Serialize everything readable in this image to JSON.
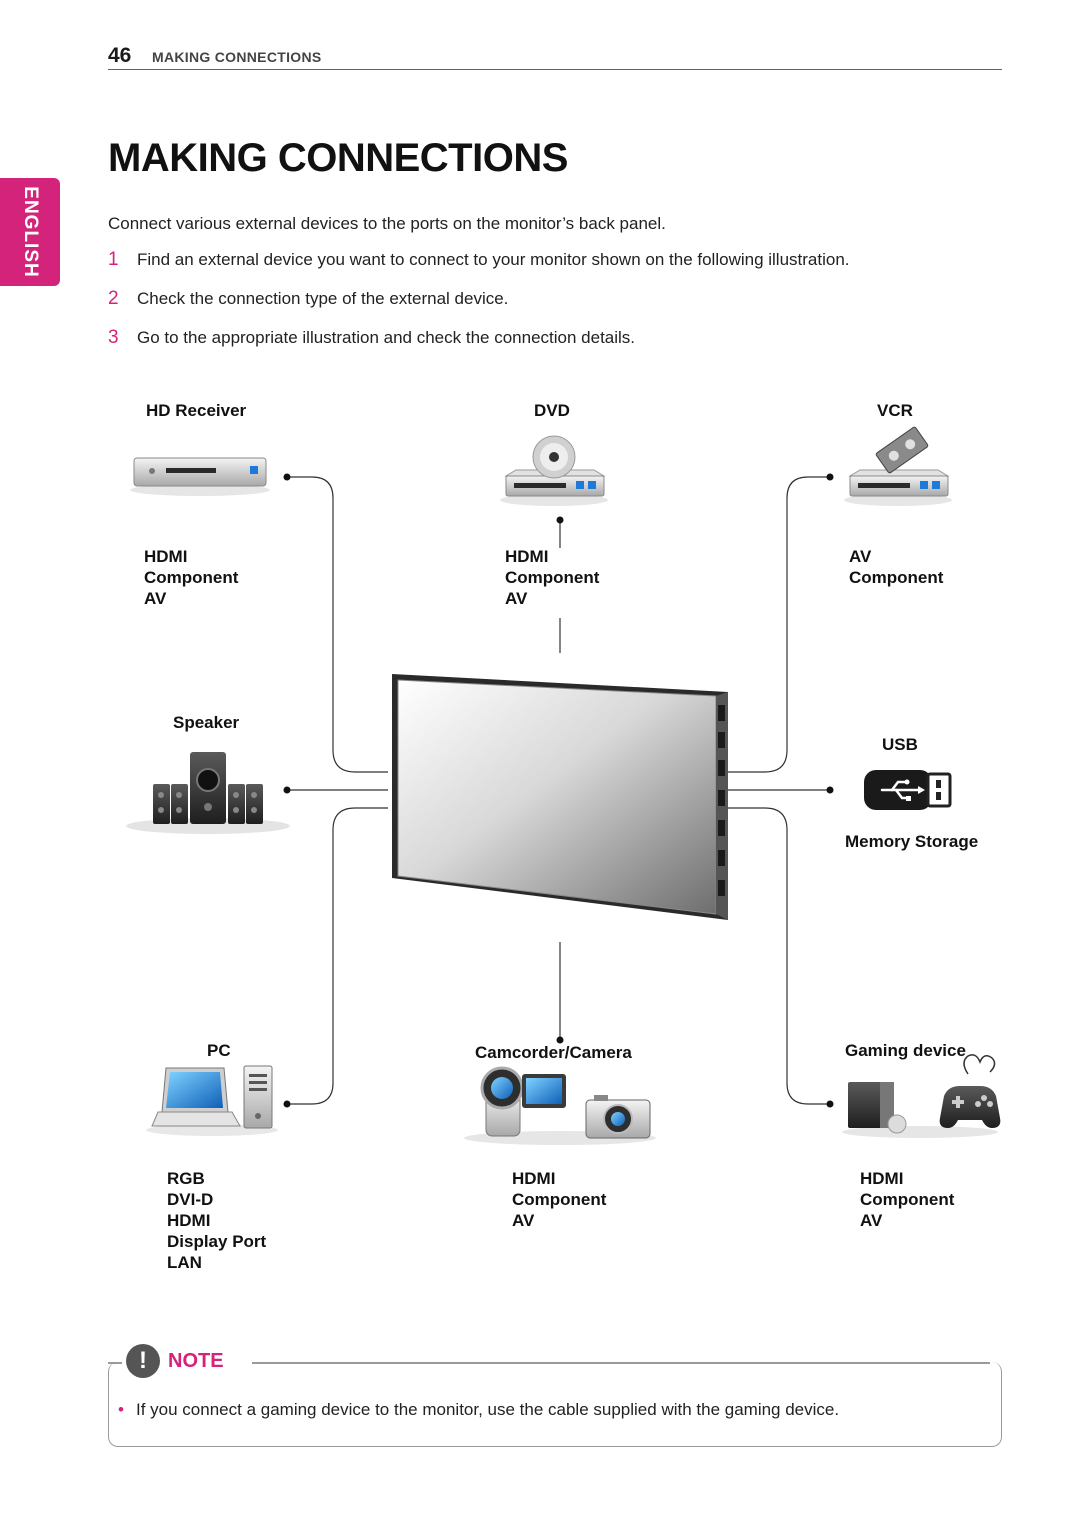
{
  "header": {
    "page_number": "46",
    "section": "MAKING CONNECTIONS"
  },
  "side_tab": {
    "label": "ENGLISH"
  },
  "title": "MAKING CONNECTIONS",
  "intro": "Connect various external devices to the ports on the monitor’s back panel.",
  "steps": [
    {
      "num": "1",
      "text": "Find an external device you want to connect to your monitor shown on the following illustration."
    },
    {
      "num": "2",
      "text": "Check the connection type of the external device."
    },
    {
      "num": "3",
      "text": "Go to the appropriate illustration and check the connection details."
    }
  ],
  "devices": {
    "hd_receiver": {
      "label": "HD Receiver",
      "ports": [
        "HDMI",
        "Component",
        "AV"
      ],
      "icon": "set-top-box-icon"
    },
    "dvd": {
      "label": "DVD",
      "ports": [
        "HDMI",
        "Component",
        "AV"
      ],
      "icon": "dvd-player-icon"
    },
    "vcr": {
      "label": "VCR",
      "ports": [
        "AV",
        "Component"
      ],
      "icon": "vcr-icon"
    },
    "speaker": {
      "label": "Speaker",
      "icon": "speaker-system-icon"
    },
    "usb": {
      "label": "USB",
      "sublabel": "Memory Storage",
      "icon": "usb-drive-icon"
    },
    "pc": {
      "label": "PC",
      "ports": [
        "RGB",
        "DVI-D",
        "HDMI",
        "Display Port",
        "LAN"
      ],
      "icon": "computer-icon"
    },
    "camcorder": {
      "label": "Camcorder/Camera",
      "ports": [
        "HDMI",
        "Component",
        "AV"
      ],
      "icon": "camcorder-camera-icon"
    },
    "gaming": {
      "label": "Gaming device",
      "ports": [
        "HDMI",
        "Component",
        "AV"
      ],
      "icon": "game-console-icon"
    }
  },
  "note": {
    "title": "NOTE",
    "items": [
      "If you connect a gaming device to the monitor, use the cable supplied with the gaming device."
    ]
  },
  "colors": {
    "accent": "#d4237a",
    "line": "#333333"
  }
}
